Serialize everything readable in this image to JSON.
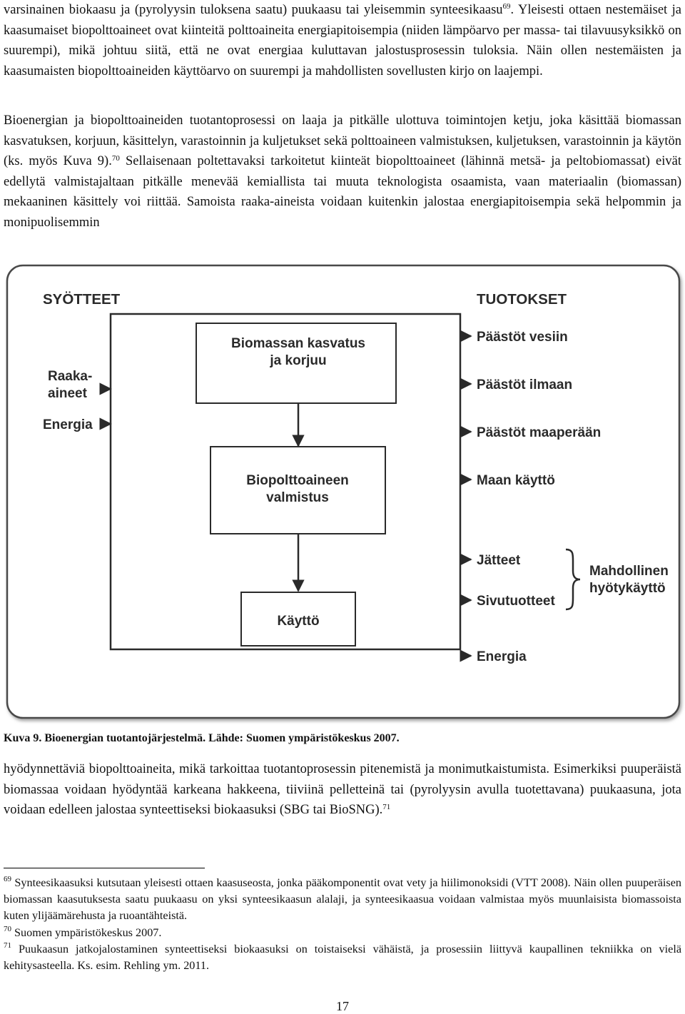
{
  "paragraph1": {
    "text_a": "varsinainen biokaasu ja (pyrolyysin tuloksena saatu) puukaasu tai yleisemmin synteesikaasu",
    "ref": "69",
    "text_b": ". Yleisesti ottaen nestemäiset ja kaasumaiset biopolttoaineet ovat kiinteitä polttoaineita energiapitoisempia (niiden lämpöarvo per massa- tai tilavuusyksikkö on suurempi), mikä johtuu siitä, että ne ovat energiaa kuluttavan jalostusprosessin tuloksia. Näin ollen nestemäisten ja kaasumaisten biopolttoaineiden käyttöarvo on suurempi ja mahdollisten sovellusten kirjo on laajempi."
  },
  "paragraph2": {
    "text_a": "Bioenergian ja biopolttoaineiden tuotantoprosessi on laaja ja pitkälle ulottuva toimintojen ketju, joka käsittää biomassan kasvatuksen, korjuun, käsittelyn, varastoinnin ja kuljetukset sekä polttoaineen valmistuksen, kuljetuksen, varastoinnin ja käytön (ks. myös Kuva 9).",
    "ref": "70",
    "text_b": " Sellaisenaan poltettavaksi tarkoitetut kiinteät biopolttoaineet (lähinnä metsä- ja peltobiomassat) eivät edellytä valmistajaltaan pitkälle menevää kemiallista tai muuta teknologista osaamista, vaan materiaalin (biomassan) mekaaninen käsittely voi riittää. Samoista raaka-aineista voidaan kuitenkin jalostaa energiapitoisempia sekä helpommin ja monipuolisemmin"
  },
  "diagram": {
    "inputs_heading": "SYÖTTEET",
    "outputs_heading": "TUOTOKSET",
    "inputs": [
      "Raaka-",
      "aineet",
      "Energia"
    ],
    "process_box_1": [
      "Biomassan kasvatus",
      "ja korjuu"
    ],
    "process_box_2": [
      "Biopolttoaineen",
      "valmistus"
    ],
    "process_box_3": [
      "Käyttö"
    ],
    "outputs": [
      "Päästöt vesiin",
      "Päästöt ilmaan",
      "Päästöt maaperään",
      "Maan käyttö",
      "Jätteet",
      "Sivutuotteet",
      "Energia"
    ],
    "bracket_label": [
      "Mahdollinen",
      "hyötykäyttö"
    ]
  },
  "caption": "Kuva 9. Bioenergian tuotantojärjestelmä. Lähde: Suomen ympäristökeskus 2007.",
  "paragraph3": {
    "text_a": "hyödynnettäviä biopolttoaineita, mikä tarkoittaa tuotantoprosessin pitenemistä ja monimutkaistumista. Esimerkiksi puuperäistä biomassaa voidaan hyödyntää karkeana hakkeena, tiiviinä pelletteinä tai (pyrolyysin avulla tuotettavana) puukaasuna, jota voidaan edelleen jalostaa synteettiseksi biokaasuksi (SBG tai BioSNG).",
    "ref": "71"
  },
  "footnotes": [
    {
      "num": "69",
      "text": " Synteesikaasuksi kutsutaan yleisesti ottaen kaasuseosta, jonka pääkomponentit ovat vety ja hiilimonoksidi (VTT 2008). Näin ollen puuperäisen biomassan kaasutuksesta saatu puukaasu on yksi synteesikaasun alalaji, ja synteesikaasua voidaan valmistaa myös muunlaisista biomassoista kuten ylijäämärehusta ja ruoantähteistä."
    },
    {
      "num": "70",
      "text": " Suomen ympäristökeskus 2007."
    },
    {
      "num": "71",
      "text": " Puukaasun jatkojalostaminen synteettiseksi biokaasuksi on toistaiseksi vähäistä, ja prosessiin liittyvä kaupallinen tekniikka on vielä kehitysasteella. Ks. esim. Rehling ym. 2011."
    }
  ],
  "page_number": "17"
}
